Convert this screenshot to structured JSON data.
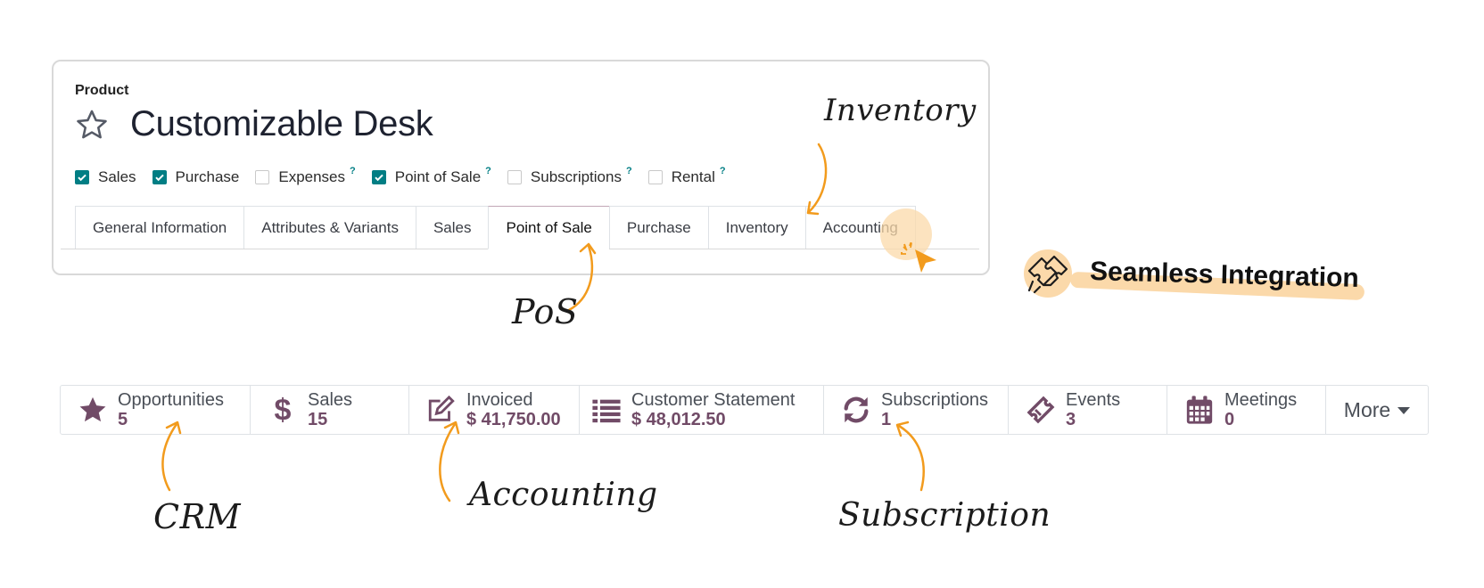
{
  "product": {
    "label": "Product",
    "title": "Customizable Desk",
    "checkboxes": [
      {
        "label": "Sales",
        "checked": true,
        "help": ""
      },
      {
        "label": "Purchase",
        "checked": true,
        "help": ""
      },
      {
        "label": "Expenses",
        "checked": false,
        "help": "?"
      },
      {
        "label": "Point of Sale",
        "checked": true,
        "help": "?"
      },
      {
        "label": "Subscriptions",
        "checked": false,
        "help": "?"
      },
      {
        "label": "Rental",
        "checked": false,
        "help": "?"
      }
    ],
    "tabs": [
      {
        "label": "General Information",
        "active": false
      },
      {
        "label": "Attributes & Variants",
        "active": false
      },
      {
        "label": "Sales",
        "active": false
      },
      {
        "label": "Point of Sale",
        "active": true
      },
      {
        "label": "Purchase",
        "active": false
      },
      {
        "label": "Inventory",
        "active": false
      },
      {
        "label": "Accounting",
        "active": false
      }
    ]
  },
  "stats": [
    {
      "label": "Opportunities",
      "value": "5",
      "icon": "star-icon"
    },
    {
      "label": "Sales",
      "value": "15",
      "icon": "dollar-icon"
    },
    {
      "label": "Invoiced",
      "value": "$ 41,750.00",
      "icon": "edit-icon"
    },
    {
      "label": "Customer Statement",
      "value": "$ 48,012.50",
      "icon": "list-icon"
    },
    {
      "label": "Subscriptions",
      "value": "1",
      "icon": "refresh-icon"
    },
    {
      "label": "Events",
      "value": "3",
      "icon": "ticket-icon"
    },
    {
      "label": "Meetings",
      "value": "0",
      "icon": "calendar-icon"
    }
  ],
  "more_label": "More",
  "annotations": {
    "inventory": "Inventory",
    "pos": "PoS",
    "crm": "CRM",
    "accounting": "Accounting",
    "subscription": "Subscription",
    "seamless": "Seamless Integration"
  },
  "colors": {
    "accent_teal": "#017e84",
    "value_purple": "#714b67",
    "annotation_orange": "#f29b1d",
    "highlight_peach": "#fbd9aa"
  }
}
